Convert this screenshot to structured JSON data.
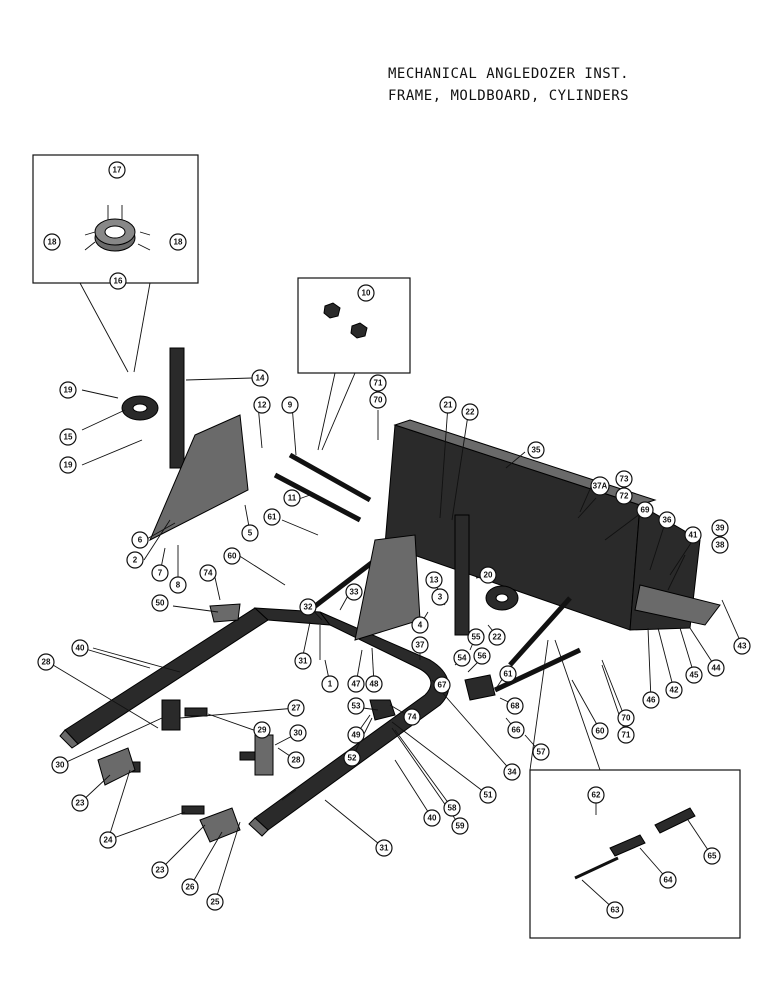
{
  "title": {
    "line1": "MECHANICAL ANGLEDOZER INST.",
    "line2": "FRAME, MOLDBOARD, CYLINDERS"
  },
  "callouts": [
    "17",
    "18",
    "18",
    "16",
    "10",
    "19",
    "15",
    "19",
    "14",
    "12",
    "9",
    "71",
    "70",
    "21",
    "22",
    "35",
    "11",
    "61",
    "73",
    "72",
    "37A",
    "69",
    "36",
    "41",
    "39",
    "38",
    "6",
    "2",
    "7",
    "8",
    "5",
    "60",
    "74",
    "50",
    "33",
    "32",
    "13",
    "3",
    "4",
    "20",
    "22",
    "43",
    "44",
    "45",
    "42",
    "46",
    "40",
    "28",
    "37",
    "55",
    "54",
    "56",
    "61",
    "31",
    "47",
    "48",
    "1",
    "67",
    "68",
    "66",
    "57",
    "60",
    "70",
    "71",
    "27",
    "53",
    "74",
    "29",
    "30",
    "49",
    "52",
    "30",
    "28",
    "23",
    "24",
    "51",
    "58",
    "59",
    "34",
    "40",
    "31",
    "62",
    "65",
    "64",
    "63",
    "23",
    "26",
    "25"
  ],
  "colors": {
    "ink": "#111111",
    "paper": "#ffffff",
    "part_dark": "#2a2a2a",
    "part_light": "#6a6a6a"
  }
}
